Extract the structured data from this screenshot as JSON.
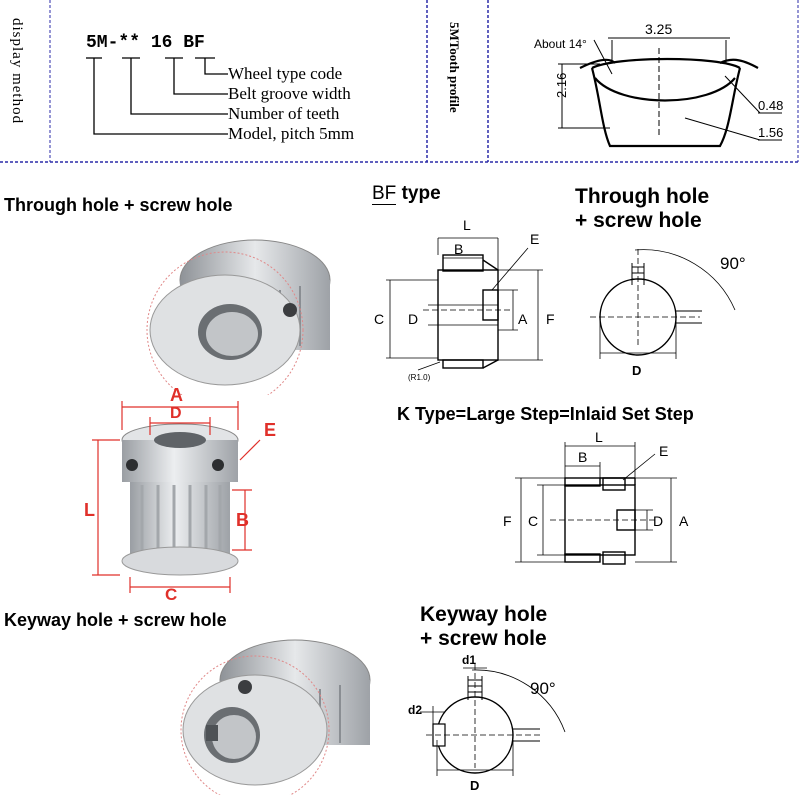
{
  "header": {
    "display_method": "display method",
    "code_parts": [
      "5M-",
      "**",
      "16",
      "BF"
    ],
    "code_lines": [
      "Wheel type code",
      "Belt groove width",
      "Number of teeth",
      "Model, pitch 5mm"
    ],
    "tooth_profile_label": "5MTooth profile",
    "tooth": {
      "angle": "About 14°",
      "width": "3.25",
      "height": "2.16",
      "r_small": "0.48",
      "r_large": "1.56"
    }
  },
  "through_hole_title": "Through hole + screw hole",
  "bf": {
    "title_prefix": "BF",
    "title_suffix": "type",
    "labels": {
      "L": "L",
      "B": "B",
      "E": "E",
      "C": "C",
      "D": "D",
      "A": "A",
      "F": "F",
      "note": "(R1.0)"
    }
  },
  "through_detail": {
    "title_line1": "Through hole",
    "title_line2": "+ screw hole",
    "angle": "90°",
    "D": "D"
  },
  "photo_labels": {
    "A": "A",
    "D": "D",
    "E": "E",
    "L": "L",
    "B": "B",
    "C": "C"
  },
  "k_type": {
    "title": "K Type=Large Step=Inlaid Set Step",
    "labels": {
      "L": "L",
      "B": "B",
      "E": "E",
      "F": "F",
      "C": "C",
      "D": "D",
      "A": "A"
    }
  },
  "keyway_title": "Keyway hole + screw hole",
  "keyway_detail": {
    "title_line1": "Keyway hole",
    "title_line2": "+ screw hole",
    "d1": "d1",
    "d2": "d2",
    "angle": "90°",
    "D": "D"
  },
  "colors": {
    "accent_red": "#e0302a",
    "border_blue": "#2b2ba8",
    "metal": "#c9ccd0"
  }
}
